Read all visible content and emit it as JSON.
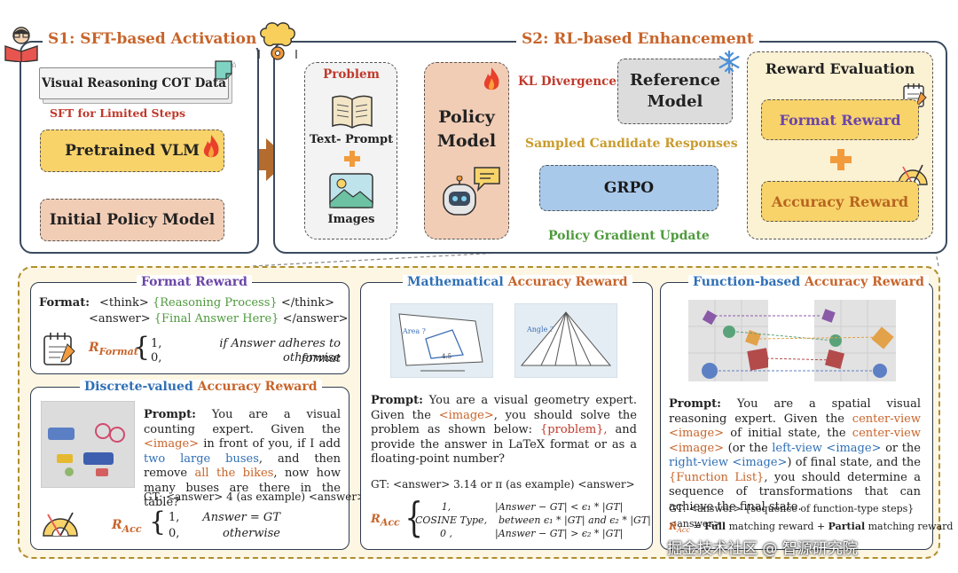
{
  "stages": {
    "s1": {
      "title": "S1: SFT-based Activation"
    },
    "s2": {
      "title": "S2: RL-based Enhancement"
    }
  },
  "s1_nodes": {
    "cot_data": "Visual Reasoning COT Data",
    "sft_steps": "SFT for Limited Steps",
    "pretrained_vlm": "Pretrained VLM",
    "initial_policy": "Initial Policy Model"
  },
  "s2_nodes": {
    "problem": "Problem",
    "text_prompt": "Text- Prompt",
    "images": "Images",
    "policy_line1": "Policy",
    "policy_line2": "Model",
    "kl_divergence": "KL Divergence",
    "reference_line1": "Reference",
    "reference_line2": "Model",
    "sampled": "Sampled Candidate Responses",
    "grpo": "GRPO",
    "policy_gradient": "Policy Gradient Update",
    "reward_eval_title": "Reward Evaluation",
    "format_reward": "Format Reward",
    "accuracy_reward": "Accuracy Reward"
  },
  "format_card": {
    "title": "Format Reward",
    "label": "Format:",
    "line1_a": "<think>",
    "line1_b": "{Reasoning Process}",
    "line1_c": "</think>",
    "line2_a": "<answer>",
    "line2_b": "{Final  Answer Here}",
    "line2_c": "</answer>",
    "r_symbol": "R",
    "r_sub": "Format",
    "case1_val": "1,",
    "case1_cond": "if Answer adheres to format",
    "case2_val": "0,",
    "case2_cond": "otherwise"
  },
  "discrete_card": {
    "title_a": "Discrete-valued",
    "title_b": "Accuracy Reward",
    "prompt_label": "Prompt:",
    "prompt_1": "You are a visual counting expert. Given the",
    "image_tag": "<image>",
    "prompt_2": "in front of you, if I add",
    "hl_buses": "two large buses",
    "prompt_3": ", and then remove",
    "hl_bikes": "all the bikes",
    "prompt_4": ", now how many buses are there in the table?",
    "gt": "GT: <answer> 4 (as example) <answer>",
    "r_symbol": "R",
    "r_sub": "Acc",
    "case1_val": "1,",
    "case1_cond": "Answer = GT",
    "case2_val": "0,",
    "case2_cond": "otherwise"
  },
  "math_card": {
    "title_a": "Mathematical",
    "title_b": "Accuracy Reward",
    "fig1_label": "Area ?",
    "fig2_label": "Angle ?",
    "prompt_label": "Prompt:",
    "prompt_1": "You are a visual geometry expert. Given the",
    "image_tag": "<image>",
    "prompt_2": ", you should solve the problem as shown below:",
    "problem_tag": "{problem},",
    "prompt_3": "and provide the answer in LaTeX format or as a floating-point number?",
    "gt": "GT: <answer> 3.14 or π (as example) <answer>",
    "r_symbol": "R",
    "r_sub": "Acc",
    "case1_val": "1,",
    "case1_cond": "|Answer − GT| < ϵ₁ * |GT|",
    "case2_val": "COSINE Type,",
    "case2_cond": "between ϵ₁ * |GT| and ϵ₂ * |GT|",
    "case3_val": "0 ,",
    "case3_cond": "|Answer − GT| > ϵ₂ * |GT|"
  },
  "func_card": {
    "title_a": "Function-based",
    "title_b": "Accuracy Reward",
    "prompt_label": "Prompt:",
    "prompt_1": "You are a spatial visual reasoning expert. Given the",
    "center_view_img": "center-view <image>",
    "prompt_2": "of initial state, the",
    "center_view_img2": "center-view <image>",
    "prompt_3": "(or the",
    "left_view": "left-view <image>",
    "prompt_4": "or the",
    "right_view": "right-view <image>",
    "prompt_5": ") of final state, and the",
    "function_list": "{Function List}",
    "prompt_6": ", you should determine a sequence of transformations that can achieve the final state.",
    "gt": "GT: <answer> {sequence of function-type steps} <answer>",
    "r_symbol": "R",
    "r_sub": "Acc",
    "eq_a": "= ",
    "eq_full": "Full",
    "eq_b": " matching reward + ",
    "eq_partial": "Partial",
    "eq_c": " matching reward"
  },
  "watermark": "掘金技术社区 @ 智源研究院",
  "icons": [
    "reading-student-icon",
    "brain-gear-icon",
    "fire-icon",
    "snowflake-icon",
    "book-icon",
    "image-icon",
    "robot-icon",
    "chat-bubble-icon",
    "notepad-icon",
    "protractor-icon",
    "sticky-note-icon"
  ],
  "colors": {
    "stage_title": "#c8642a",
    "red_label": "#c0392b",
    "yellow_box": "#f8d36a",
    "peach_box": "#f2cdb6",
    "grpo_blue": "#a9c9ea",
    "purple_text": "#6b46a8",
    "blue_text": "#2f6fb5",
    "green_text": "#4e9a3d",
    "panel_bg": "#fdf6e3"
  }
}
